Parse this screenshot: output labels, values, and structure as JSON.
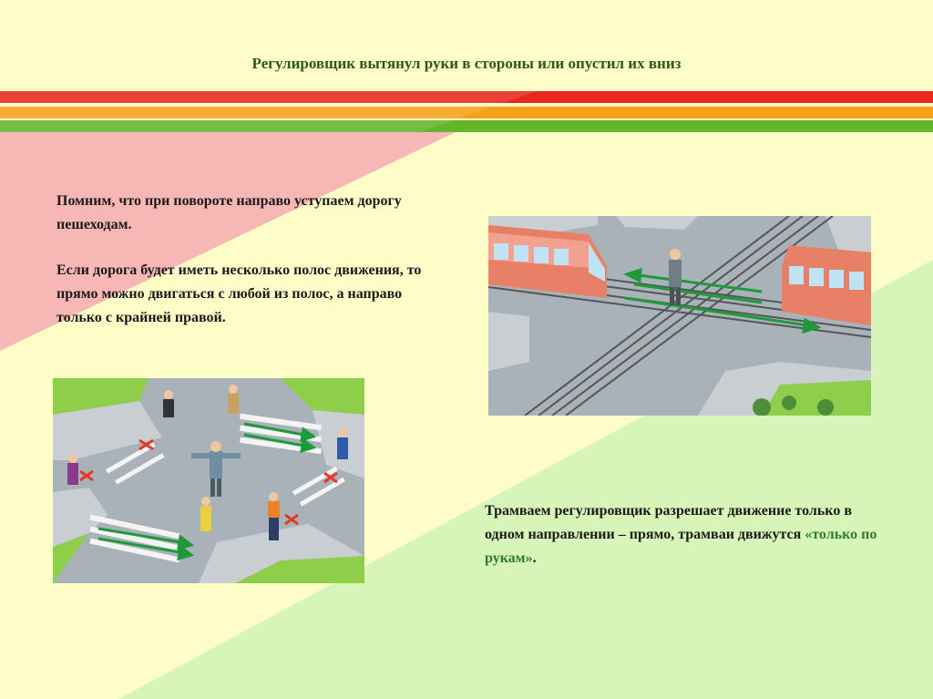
{
  "slide": {
    "title": "Регулировщик вытянул руки в стороны или опустил их вниз",
    "paragraph1": "Помним, что при повороте направо уступаем дорогу пешеходам.",
    "paragraph2": "Если дорога будет иметь несколько полос движения, то прямо можно двигаться с любой из полос, а направо только с крайней правой.",
    "paragraph3_main": "Трамваем регулировщик разрешает движение только в одном направлении – прямо, трамваи движутся ",
    "paragraph3_highlight": "«только по рукам»",
    "paragraph3_end": "."
  },
  "colors": {
    "background": "#fefdc8",
    "stripe_red": "#e8281e",
    "stripe_orange": "#f5a016",
    "stripe_green": "#63b52a",
    "pink_area": "#f7b7b5",
    "green_area": "#d8f5b9",
    "title_color": "#2e5a10",
    "highlight": "#2e7d22"
  }
}
